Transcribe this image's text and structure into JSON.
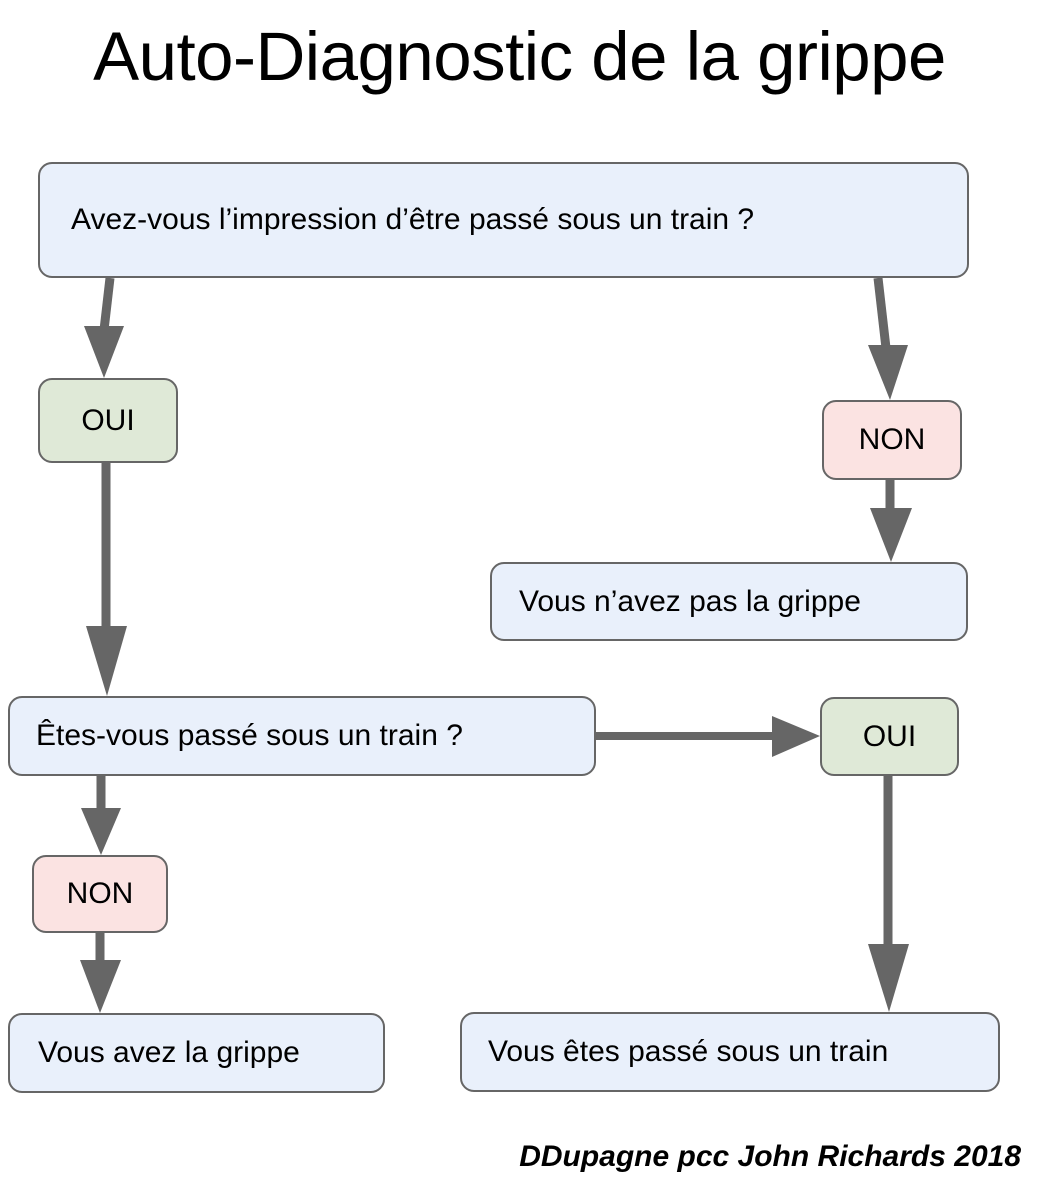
{
  "page": {
    "title": "Auto-Diagnostic de la grippe",
    "footer": "DDupagne pcc John Richards 2018",
    "background": "#ffffff"
  },
  "colors": {
    "box_blue_fill": "#e9f0fb",
    "box_green_fill": "#dfe9d7",
    "box_pink_fill": "#fbe3e2",
    "box_border": "#666666",
    "arrow": "#666666",
    "text": "#000000"
  },
  "flowchart": {
    "type": "decision-flowchart",
    "nodes": [
      {
        "id": "q1",
        "label": "Avez-vous l’impression d’être passé sous un train ?",
        "kind": "question",
        "color": "blue"
      },
      {
        "id": "oui1",
        "label": "OUI",
        "kind": "answer",
        "color": "green"
      },
      {
        "id": "non1",
        "label": "NON",
        "kind": "answer",
        "color": "pink"
      },
      {
        "id": "noflu",
        "label": "Vous n’avez pas la grippe",
        "kind": "result",
        "color": "blue"
      },
      {
        "id": "q2",
        "label": "Êtes-vous passé sous un train ?",
        "kind": "question",
        "color": "blue"
      },
      {
        "id": "oui2",
        "label": "OUI",
        "kind": "answer",
        "color": "green"
      },
      {
        "id": "non2",
        "label": "NON",
        "kind": "answer",
        "color": "pink"
      },
      {
        "id": "flu",
        "label": "Vous avez la grippe",
        "kind": "result",
        "color": "blue"
      },
      {
        "id": "train",
        "label": "Vous êtes passé sous un train",
        "kind": "result",
        "color": "blue"
      }
    ],
    "edges": [
      {
        "from": "q1",
        "to": "oui1",
        "direction": "down"
      },
      {
        "from": "q1",
        "to": "non1",
        "direction": "down"
      },
      {
        "from": "non1",
        "to": "noflu",
        "direction": "down"
      },
      {
        "from": "oui1",
        "to": "q2",
        "direction": "down"
      },
      {
        "from": "q2",
        "to": "oui2",
        "direction": "right"
      },
      {
        "from": "q2",
        "to": "non2",
        "direction": "down"
      },
      {
        "from": "non2",
        "to": "flu",
        "direction": "down"
      },
      {
        "from": "oui2",
        "to": "train",
        "direction": "down"
      }
    ]
  }
}
